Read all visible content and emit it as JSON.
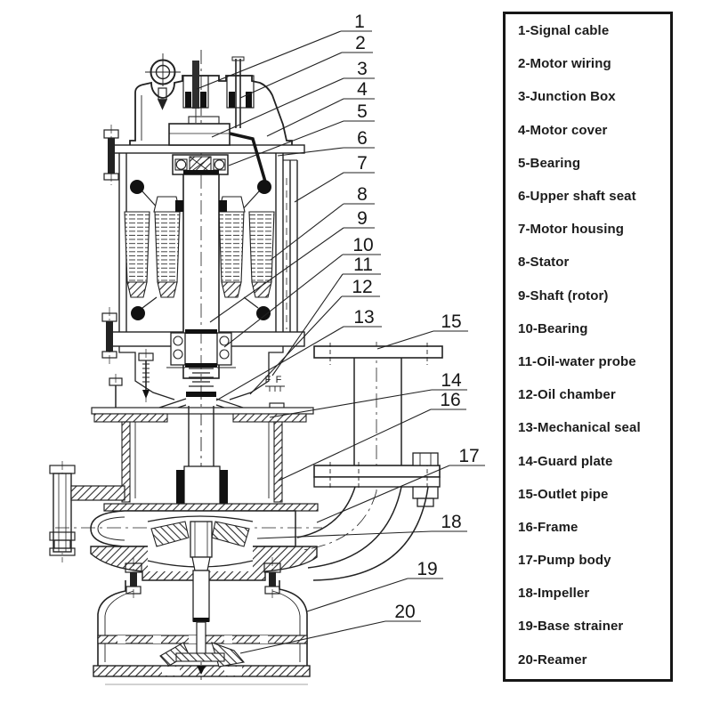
{
  "colors": {
    "ink": "#1f1f1f",
    "background": "#ffffff"
  },
  "legend": {
    "items": [
      "1-Signal cable",
      "2-Motor wiring",
      "3-Junction Box",
      "4-Motor cover",
      "5-Bearing",
      "6-Upper shaft seat",
      "7-Motor housing",
      "8-Stator",
      "9-Shaft (rotor)",
      "10-Bearing",
      "11-Oil-water probe",
      "12-Oil chamber",
      "13-Mechanical seal",
      "14-Guard plate",
      "15-Outlet pipe",
      "16-Frame",
      "17-Pump body",
      "18-Impeller",
      "19-Base strainer",
      "20-Reamer"
    ]
  },
  "diagram": {
    "type": "technical-cross-section",
    "subject": "submersible sewage pump",
    "callouts": [
      "1",
      "2",
      "3",
      "4",
      "5",
      "6",
      "7",
      "8",
      "9",
      "10",
      "11",
      "12",
      "13",
      "15",
      "14",
      "16",
      "17",
      "18",
      "19",
      "20"
    ],
    "annotations": [
      "F",
      "F"
    ]
  }
}
